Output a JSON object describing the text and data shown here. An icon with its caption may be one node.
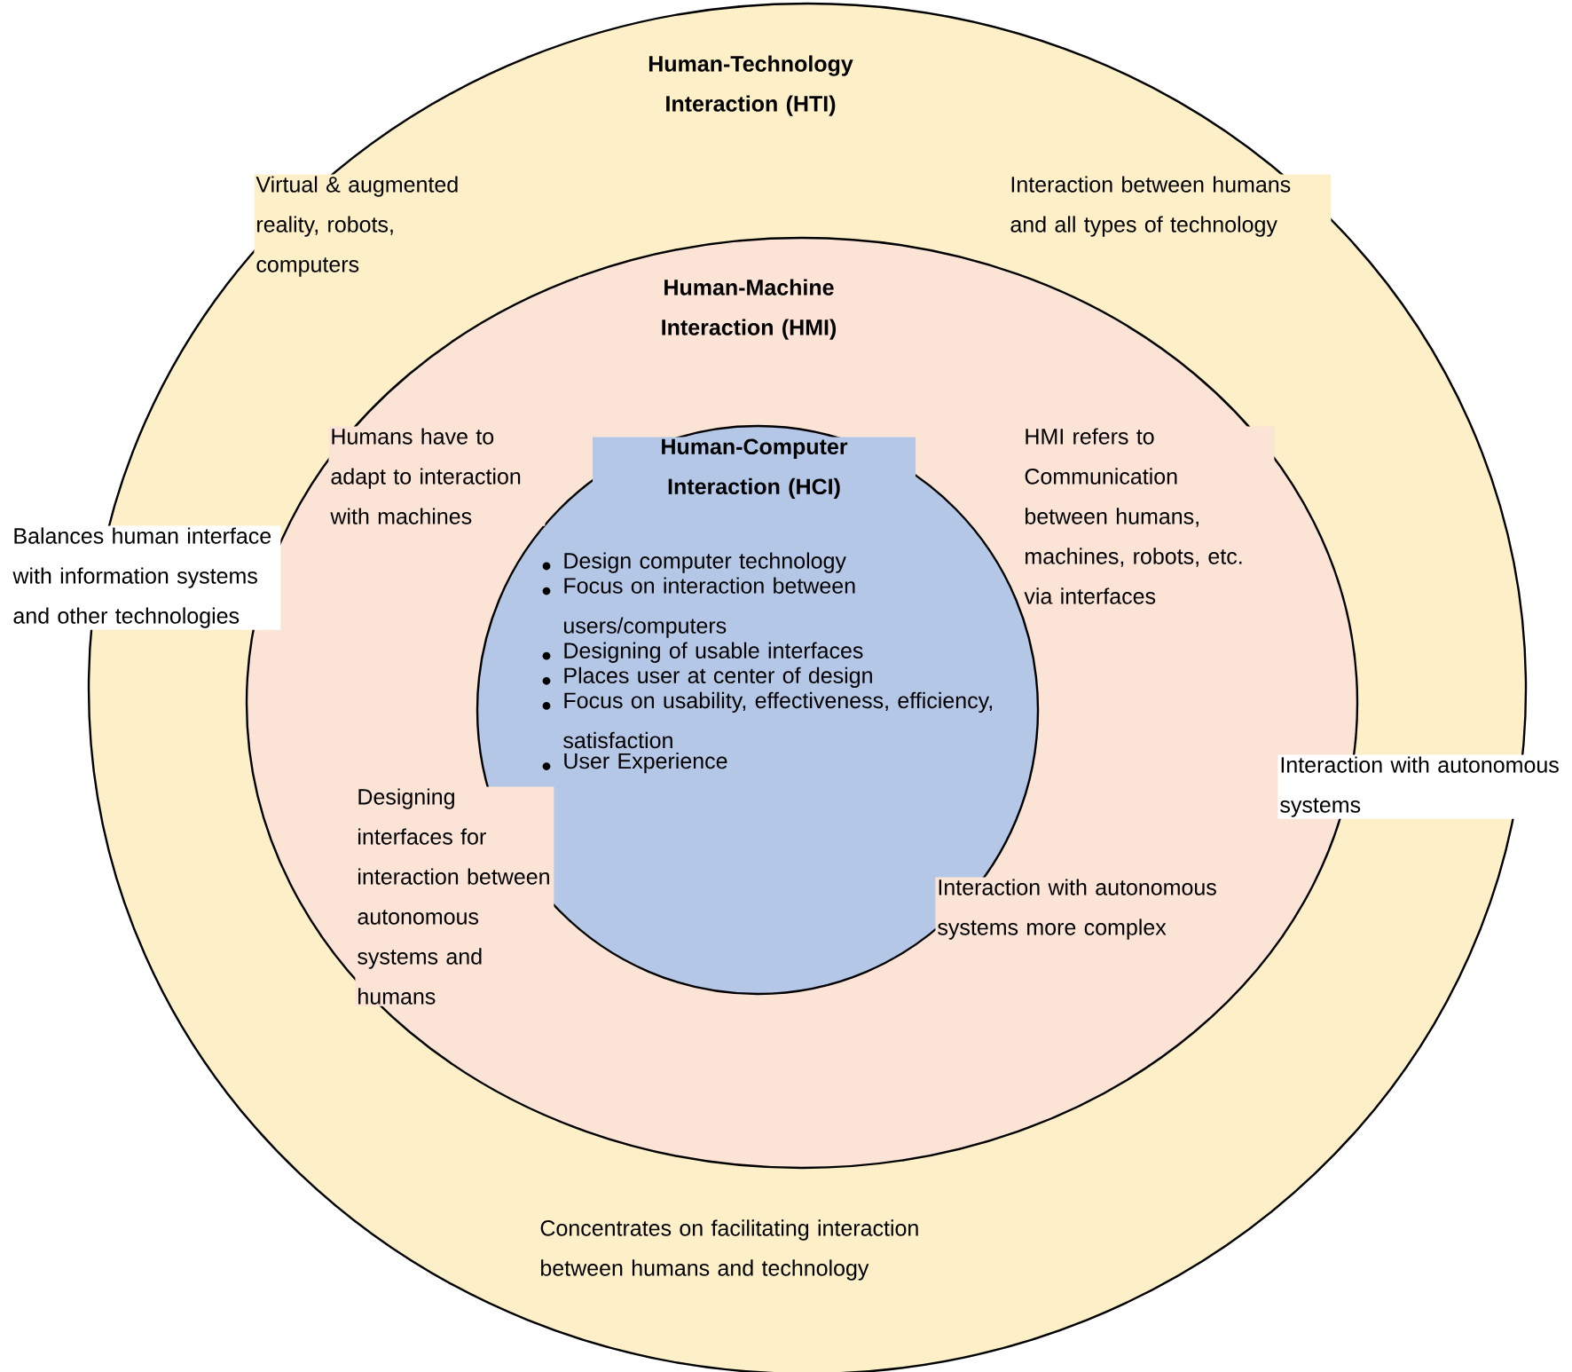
{
  "diagram": {
    "nodes": [
      {
        "text": [
          "Human-Technology Interaction (HTI)",
          "Virtual & augmented reality, robots, computers",
          "Interaction between humans and all types of technology",
          "Concentrates on facilitating interaction between humans and technology"
        ]
      },
      {
        "text": [
          "Human-Machine Interaction (HMI)",
          "Humans have to adapt to interaction with machines",
          "HMI refers to Communication between humans, machines, robots, etc. via interfaces",
          "Designing interfaces for interaction between autonomous systems and humans",
          "Interaction with autonomous systems more complex"
        ],
        "in": 0
      },
      {
        "text": [
          "Human-Computer Interaction (HCI)",
          "Design computer technology",
          "Focus on interaction between users/computers",
          "Designing of usable interfaces",
          "Places user at center of design",
          "Focus on usability, effectiveness, efficiency, satisfaction",
          "User Experience"
        ],
        "in": 1
      }
    ],
    "labels": [
      "Balances human interface with information systems and other technologies",
      "Interaction with autonomous systems"
    ]
  }
}
